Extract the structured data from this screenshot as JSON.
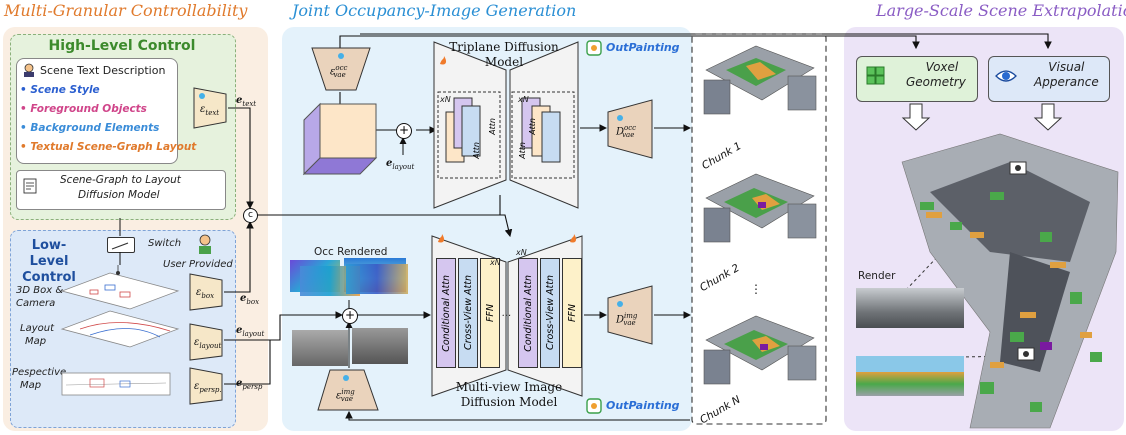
{
  "sections": {
    "left_title": "Multi-Granular Controllability",
    "middle_title": "Joint Occupancy-Image Generation",
    "right_title": "Large-Scale Scene Extrapolation"
  },
  "high_level": {
    "title": "High-Level Control",
    "scene_text": "Scene Text Description",
    "bullets": [
      "Scene Style",
      "Foreground Objects",
      "Background Elements",
      "Textual Scene-Graph Layout"
    ],
    "bullet_colors": [
      "#2b5fd0",
      "#d0458a",
      "#3a8cd8",
      "#e07a2c"
    ],
    "sg_model_line1": "Scene-Graph to Layout",
    "sg_model_line2": "Diffusion Model"
  },
  "low_level": {
    "title_line1": "Low-Level",
    "title_line2": "Control",
    "switch": "Switch",
    "user_provided": "User Provided",
    "box_label_line1": "3D Box &",
    "box_label_line2": "Camera",
    "layout_label_line1": "Layout",
    "layout_label_line2": "Map",
    "persp_label_line1": "Pespective",
    "persp_label_line2": "Map"
  },
  "encoders": {
    "text": "ε",
    "text_sub": "text",
    "box_sub": "box",
    "layout_sub": "layout",
    "persp_sub": "persp.",
    "e_text": "e",
    "e_text_sub": "text",
    "e_box_sub": "box",
    "e_layout_sub": "layout",
    "e_persp_sub": "persp"
  },
  "concat_symbol": "c",
  "triplane": {
    "title_line1": "Triplane Diffusion",
    "title_line2": "Model",
    "xN": "xN",
    "attn": "Attn",
    "e_layout_label": "e",
    "e_layout_sub": "layout",
    "encoder_sup": "occ",
    "encoder_sub": "vae",
    "decoder_sup": "occ",
    "decoder_sub": "vae"
  },
  "multiview": {
    "title_line1": "Multi-view Image",
    "title_line2": "Diffusion Model",
    "occ_rendered": "Occ Rendered",
    "blocks": [
      "Conditional Attn",
      "Cross-View Attn",
      "FFN"
    ],
    "dots": "...",
    "xN": "xN",
    "encoder_sup": "img",
    "encoder_sub": "vae",
    "decoder_sup": "img",
    "decoder_sub": "vae"
  },
  "outpainting": "OutPainting",
  "chunks": [
    "Chunk 1",
    "Chunk 2",
    "Chunk N"
  ],
  "chunk_dots": "⋮",
  "extrapolation": {
    "voxel_line1": "Voxel",
    "voxel_line2": "Geometry",
    "visual_line1": "Visual",
    "visual_line2": "Apperance",
    "render": "Render"
  }
}
